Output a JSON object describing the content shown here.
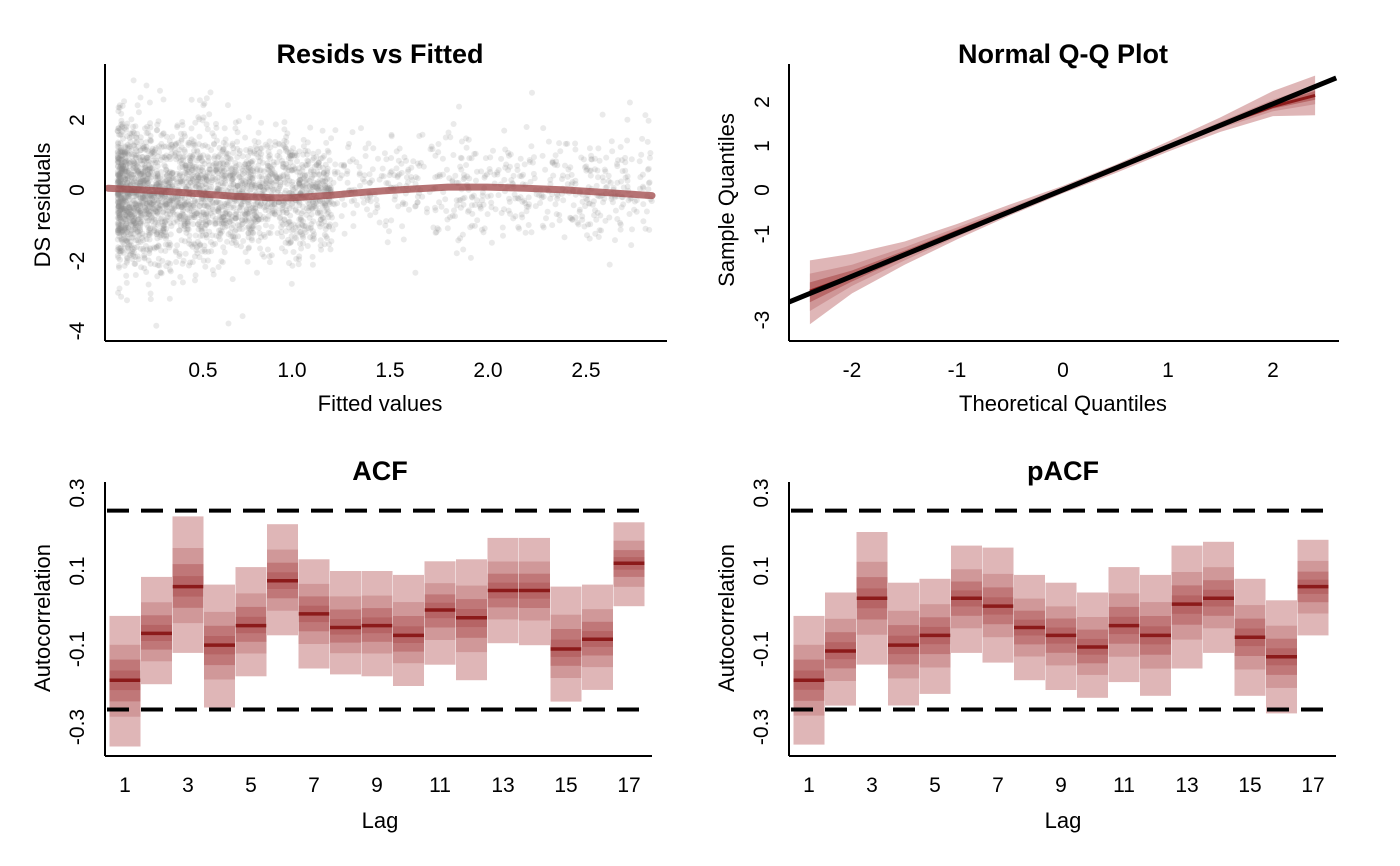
{
  "colors": {
    "band_light": "#d9a9aa",
    "band_mid": "#c98b8c",
    "band_dark": "#b25c5d",
    "median": "#8b1a1a",
    "points": "#8a8a8a",
    "ref_line": "#000000",
    "trend": "#9e4446"
  },
  "chart_data": [
    {
      "type": "scatter",
      "title": "Resids vs Fitted",
      "xlabel": "Fitted values",
      "ylabel": "DS residuals",
      "xlim": [
        0.05,
        2.85
      ],
      "ylim": [
        -4.2,
        3.6
      ],
      "xticks": [
        "0.5",
        "1.0",
        "1.5",
        "2.0",
        "2.5"
      ],
      "yticks": [
        "-4",
        "-2",
        "0",
        "2"
      ],
      "smooth": {
        "x": [
          0.05,
          0.3,
          0.5,
          0.7,
          0.9,
          1.0,
          1.2,
          1.4,
          1.6,
          1.8,
          2.0,
          2.2,
          2.4,
          2.6,
          2.85
        ],
        "y": [
          0.15,
          0.08,
          0.0,
          -0.08,
          -0.12,
          -0.12,
          -0.05,
          0.05,
          0.12,
          0.18,
          0.18,
          0.15,
          0.1,
          0.03,
          -0.06
        ]
      }
    },
    {
      "type": "line",
      "title": "Normal Q-Q Plot",
      "xlabel": "Theoretical Quantiles",
      "ylabel": "Sample Quantiles",
      "xlim": [
        -2.6,
        2.6
      ],
      "ylim": [
        -3.4,
        2.8
      ],
      "xticks": [
        "-2",
        "-1",
        "0",
        "1",
        "2"
      ],
      "yticks": [
        "-3",
        "-1",
        "0",
        "1",
        "2"
      ],
      "ref_line": {
        "intercept": 0.0,
        "slope": 0.98
      },
      "median": {
        "x": [
          -2.4,
          -2.0,
          -1.5,
          -1.0,
          -0.5,
          0.0,
          0.5,
          1.0,
          1.5,
          2.0,
          2.4
        ],
        "y": [
          -2.3,
          -1.95,
          -1.45,
          -0.95,
          -0.47,
          0.0,
          0.47,
          0.97,
          1.47,
          1.9,
          2.15
        ]
      },
      "bands": [
        {
          "lo": [
            -3.05,
            -2.35,
            -1.7,
            -1.12,
            -0.58,
            -0.08,
            0.38,
            0.87,
            1.32,
            1.68,
            1.7
          ],
          "hi": [
            -1.6,
            -1.45,
            -1.17,
            -0.77,
            -0.33,
            0.09,
            0.57,
            1.1,
            1.65,
            2.25,
            2.6
          ]
        },
        {
          "lo": [
            -2.75,
            -2.18,
            -1.6,
            -1.06,
            -0.54,
            -0.05,
            0.42,
            0.92,
            1.4,
            1.79,
            1.95
          ],
          "hi": [
            -1.9,
            -1.7,
            -1.3,
            -0.85,
            -0.4,
            0.06,
            0.53,
            1.03,
            1.55,
            2.05,
            2.38
          ]
        },
        {
          "lo": [
            -2.55,
            -2.08,
            -1.53,
            -1.01,
            -0.51,
            -0.03,
            0.44,
            0.95,
            1.44,
            1.85,
            2.05
          ],
          "hi": [
            -2.1,
            -1.83,
            -1.38,
            -0.9,
            -0.43,
            0.04,
            0.5,
            1.0,
            1.5,
            1.96,
            2.25
          ]
        }
      ]
    },
    {
      "type": "bar",
      "title": "ACF",
      "xlabel": "Lag",
      "ylabel": "Autocorrelation",
      "xlim": [
        0.4,
        17.6
      ],
      "ylim": [
        -0.37,
        0.33
      ],
      "xticks": [
        "1",
        "3",
        "5",
        "7",
        "9",
        "11",
        "13",
        "15",
        "17"
      ],
      "yticks": [
        "-0.3",
        "-0.1",
        "0.1",
        "0.3"
      ],
      "conf_limit": 0.255,
      "lags": [
        1,
        2,
        3,
        4,
        5,
        6,
        7,
        8,
        9,
        10,
        11,
        12,
        13,
        14,
        15,
        16,
        17
      ],
      "median": [
        -0.18,
        -0.06,
        0.06,
        -0.09,
        -0.04,
        0.075,
        -0.01,
        -0.045,
        -0.04,
        -0.065,
        0.0,
        -0.02,
        0.05,
        0.05,
        -0.1,
        -0.075,
        0.12
      ],
      "lower": [
        -0.35,
        -0.19,
        -0.11,
        -0.25,
        -0.17,
        -0.065,
        -0.15,
        -0.165,
        -0.17,
        -0.195,
        -0.14,
        -0.18,
        -0.085,
        -0.09,
        -0.235,
        -0.205,
        0.01
      ],
      "upper": [
        -0.015,
        0.085,
        0.24,
        0.065,
        0.11,
        0.22,
        0.13,
        0.1,
        0.1,
        0.09,
        0.125,
        0.13,
        0.185,
        0.185,
        0.06,
        0.065,
        0.225
      ]
    },
    {
      "type": "bar",
      "title": "pACF",
      "xlabel": "Lag",
      "ylabel": "Autocorrelation",
      "xlim": [
        0.4,
        17.6
      ],
      "ylim": [
        -0.37,
        0.33
      ],
      "xticks": [
        "1",
        "3",
        "5",
        "7",
        "9",
        "11",
        "13",
        "15",
        "17"
      ],
      "yticks": [
        "-0.3",
        "-0.1",
        "0.1",
        "0.3"
      ],
      "conf_limit": 0.255,
      "lags": [
        1,
        2,
        3,
        4,
        5,
        6,
        7,
        8,
        9,
        10,
        11,
        12,
        13,
        14,
        15,
        16,
        17
      ],
      "median": [
        -0.18,
        -0.105,
        0.03,
        -0.09,
        -0.065,
        0.03,
        0.01,
        -0.045,
        -0.065,
        -0.095,
        -0.04,
        -0.065,
        0.015,
        0.03,
        -0.07,
        -0.12,
        0.06
      ],
      "lower": [
        -0.345,
        -0.245,
        -0.14,
        -0.245,
        -0.215,
        -0.11,
        -0.135,
        -0.18,
        -0.205,
        -0.225,
        -0.185,
        -0.22,
        -0.15,
        -0.11,
        -0.22,
        -0.265,
        -0.065
      ],
      "upper": [
        -0.015,
        0.045,
        0.2,
        0.07,
        0.08,
        0.165,
        0.16,
        0.09,
        0.07,
        0.045,
        0.11,
        0.09,
        0.165,
        0.175,
        0.08,
        0.025,
        0.18
      ]
    }
  ]
}
